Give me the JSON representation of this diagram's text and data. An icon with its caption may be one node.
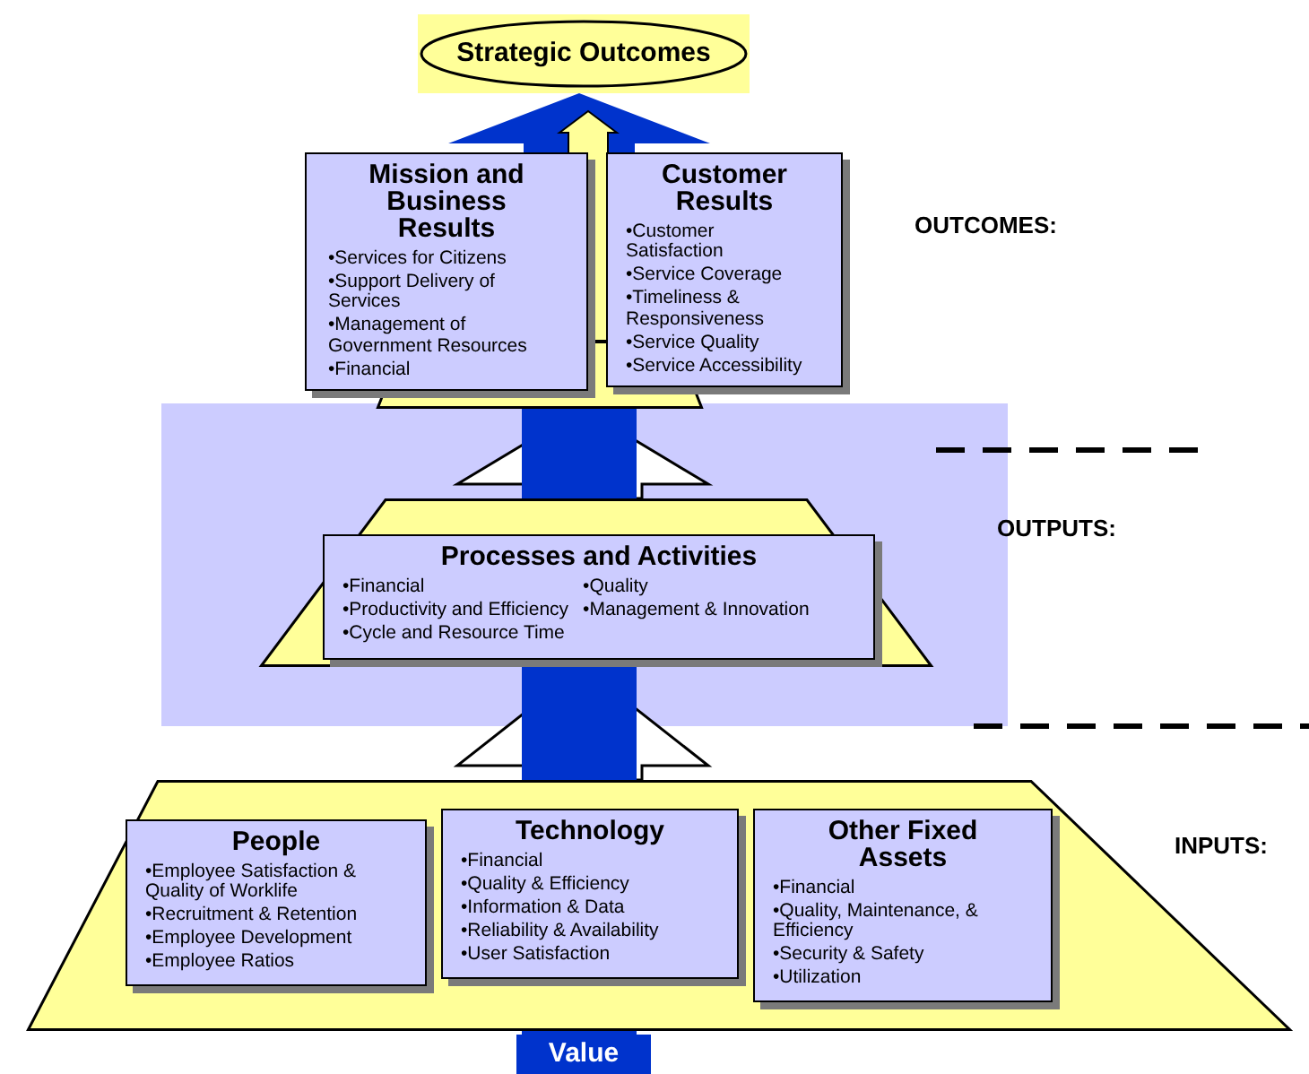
{
  "diagram": {
    "nodes": [
      {
        "text": [
          "Strategic Outcomes"
        ]
      },
      {
        "text": [],
        "shape": "trapezoid"
      },
      {
        "text": [
          "Mission and Business Results",
          "•Services for Citizens",
          "•Support Delivery of Services",
          "•Management of Government Resources",
          "•Financial"
        ]
      },
      {
        "text": [
          "Customer Results",
          "•Customer Satisfaction",
          "•Service Coverage",
          "•Timeliness & Responsiveness",
          "•Service Quality",
          "•Service Accessibility"
        ]
      },
      {
        "text": [],
        "shape": "trapezoid"
      },
      {
        "text": [
          "Processes and Activities",
          "•Financial",
          "•Productivity and Efficiency",
          "•Cycle and Resource Time",
          "•Quality",
          "•Management & Innovation"
        ],
        "in": 4
      },
      {
        "text": [],
        "shape": "trapezoid"
      },
      {
        "text": [
          "People",
          "•Employee Satisfaction & Quality of Worklife",
          "•Recruitment & Retention",
          "•Employee Development",
          "•Employee Ratios"
        ],
        "in": 6
      },
      {
        "text": [
          "Technology",
          "•Financial",
          "•Quality & Efficiency",
          "•Information & Data",
          "•Reliability & Availability",
          "•User Satisfaction"
        ],
        "in": 6
      },
      {
        "text": [
          "Other Fixed Assets",
          "•Financial",
          "•Quality, Maintenance, & Efficiency",
          "•Security & Safety",
          "•Utilization"
        ],
        "in": 6
      },
      {
        "text": [
          "Value"
        ]
      }
    ],
    "edges": [
      {
        "from": 6,
        "to": 4,
        "arrow": "to"
      },
      {
        "from": 4,
        "to": 1,
        "arrow": "to"
      },
      {
        "from": 1,
        "to": 0,
        "arrow": "to",
        "color": "#0033cc"
      }
    ],
    "labels": [
      "OUTCOMES:",
      "OUTPUTS:",
      "INPUTS:"
    ]
  }
}
